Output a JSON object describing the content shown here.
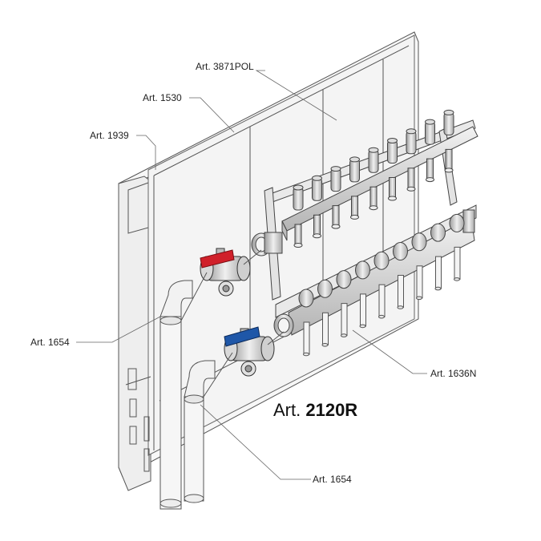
{
  "callouts": {
    "art_3871pol": "Art. 3871POL",
    "art_1530": "Art. 1530",
    "art_1939": "Art. 1939",
    "art_1654_upper": "Art. 1654",
    "art_1636n": "Art. 1636N",
    "art_1654_lower": "Art. 1654"
  },
  "title": {
    "prefix": "Art.",
    "number": "2120R"
  },
  "colors": {
    "line": "#555555",
    "valve_red": "#d0202a",
    "valve_blue": "#1f57a8",
    "metal": "#cfcfcf"
  }
}
